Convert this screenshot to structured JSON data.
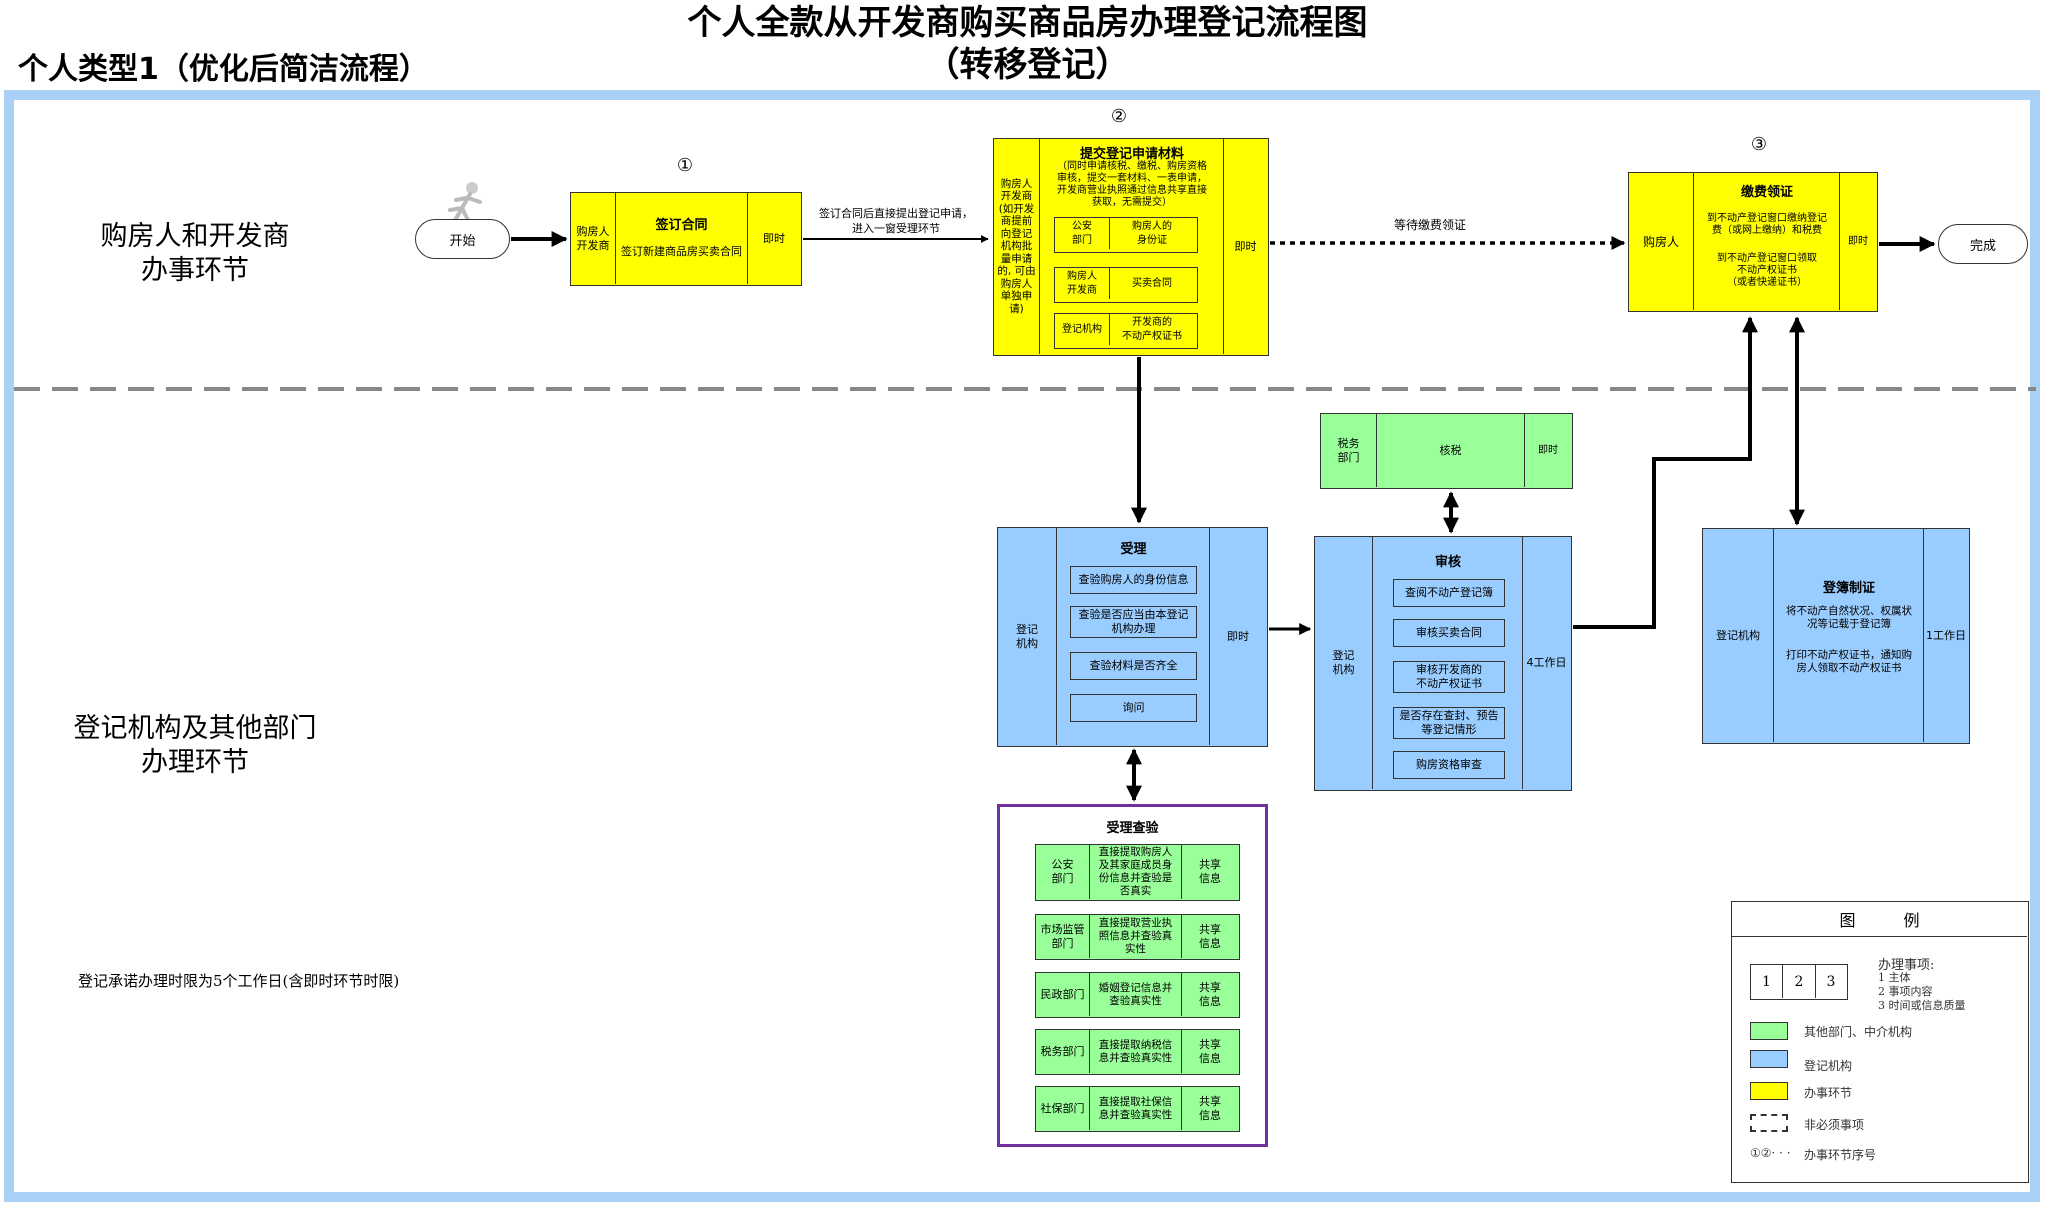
{
  "title_line1": "个人全款从开发商购买商品房办理登记流程图",
  "title_line2": "（转移登记）",
  "subtitle": "个人类型1（优化后简洁流程）",
  "lanes": {
    "top": "购房人和开发商\n办事环节",
    "bottom": "登记机构及其他部门\n办理环节"
  },
  "start_label": "开始",
  "end_label": "完成",
  "step_markers": {
    "s1": "①",
    "s2": "②",
    "s3": "③"
  },
  "step1": {
    "actor": "购房人\n开发商",
    "title": "签订合同",
    "content": "签订新建商品房买卖合同",
    "time": "即时"
  },
  "arrow1_note": "签订合同后直接提出登记申请，\n进入一窗受理环节",
  "step2": {
    "actor": "购房人\n开发商\n(如开发\n商提前\n向登记\n机构批\n量申请\n的, 可由\n购房人\n单独申\n请)",
    "title": "提交登记申请材料",
    "desc": "（同时申请核税、缴税、购房资格\n审核，提交一套材料、一表申请，\n开发商营业执照通过信息共享直接\n获取，无需提交）",
    "time": "即时",
    "rows": [
      {
        "who": "公安\n部门",
        "what": "购房人的\n身份证"
      },
      {
        "who": "购房人\n开发商",
        "what": "买卖合同"
      },
      {
        "who": "登记机构",
        "what": "开发商的\n不动产权证书"
      }
    ]
  },
  "wait_note": "等待缴费领证",
  "step3": {
    "actor": "购房人",
    "title": "缴费领证",
    "content1": "到不动产登记窗口缴纳登记\n费（或网上缴纳）和税费",
    "content2": "到不动产登记窗口领取\n不动产权证书\n（或者快递证书）",
    "time": "即时"
  },
  "tax": {
    "actor": "税务\n部门",
    "title": "核税",
    "time": "即时"
  },
  "accept": {
    "actor": "登记\n机构",
    "title": "受理",
    "time": "即时",
    "items": [
      "查验购房人的身份信息",
      "查验是否应当由本登记\n机构办理",
      "查验材料是否齐全",
      "询问"
    ]
  },
  "review": {
    "actor": "登记\n机构",
    "title": "审核",
    "time": "4工作日",
    "items": [
      "查阅不动产登记簿",
      "审核买卖合同",
      "审核开发商的\n不动产权证书",
      "是否存在查封、预告\n等登记情形",
      "购房资格审查"
    ]
  },
  "register": {
    "actor": "登记机构",
    "title": "登簿制证",
    "time": "1工作日",
    "content1": "将不动产自然状况、权属状\n况等记载于登记簿",
    "content2": "打印不动产权证书，通知购\n房人领取不动产权证书"
  },
  "verify": {
    "title": "受理查验",
    "rows": [
      {
        "dept": "公安\n部门",
        "desc": "直接提取购房人\n及其家庭成员身\n份信息并查验是\n否真实",
        "tag": "共享\n信息"
      },
      {
        "dept": "市场监管\n部门",
        "desc": "直接提取营业执\n照信息并查验真\n实性",
        "tag": "共享\n信息"
      },
      {
        "dept": "民政部门",
        "desc": "婚姻登记信息并\n查验真实性",
        "tag": "共享\n信息"
      },
      {
        "dept": "税务部门",
        "desc": "直接提取纳税信\n息并查验真实性",
        "tag": "共享\n信息"
      },
      {
        "dept": "社保部门",
        "desc": "直接提取社保信\n息并查验真实性",
        "tag": "共享\n信息"
      }
    ]
  },
  "promise_note": "登记承诺办理时限为5个工作日(含即时环节时限)",
  "legend": {
    "title": "图　　　例",
    "matters_head": "办理事项:",
    "matters": [
      "1 主体",
      "2 事项内容",
      "3 时间或信息质量"
    ],
    "cells": [
      "1",
      "2",
      "3"
    ],
    "green": "其他部门、中介机构",
    "blue": "登记机构",
    "yellow": "办事环节",
    "dashed": "非必须事项",
    "seq_symbol": "①②· · ·",
    "seq": "办事环节序号",
    "colors": {
      "green": "#99ff99",
      "blue": "#99ccff",
      "yellow": "#ffff00"
    }
  }
}
